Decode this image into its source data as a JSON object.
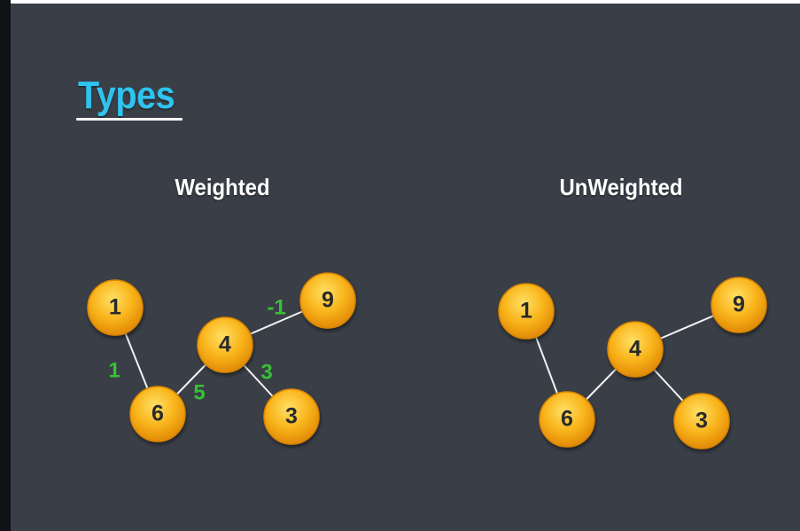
{
  "title": "Types",
  "colors": {
    "background": "#3a3f47",
    "title": "#2fc3ef",
    "node_fill": "#f7a80e",
    "node_highlight": "#ffdd4a",
    "edge": "#f2f2f2",
    "weight_label": "#39c035",
    "node_text": "#2a2a2a"
  },
  "weighted": {
    "heading": "Weighted",
    "nodes": [
      {
        "id": "1",
        "label": "1"
      },
      {
        "id": "6",
        "label": "6"
      },
      {
        "id": "4",
        "label": "4"
      },
      {
        "id": "9",
        "label": "9"
      },
      {
        "id": "3",
        "label": "3"
      }
    ],
    "edges": [
      {
        "from": "1",
        "to": "6",
        "weight": "1"
      },
      {
        "from": "6",
        "to": "4",
        "weight": "5"
      },
      {
        "from": "4",
        "to": "9",
        "weight": "-1"
      },
      {
        "from": "4",
        "to": "3",
        "weight": "3"
      }
    ]
  },
  "unweighted": {
    "heading": "UnWeighted",
    "nodes": [
      {
        "id": "1",
        "label": "1"
      },
      {
        "id": "6",
        "label": "6"
      },
      {
        "id": "4",
        "label": "4"
      },
      {
        "id": "9",
        "label": "9"
      },
      {
        "id": "3",
        "label": "3"
      }
    ],
    "edges": [
      {
        "from": "1",
        "to": "6"
      },
      {
        "from": "6",
        "to": "4"
      },
      {
        "from": "4",
        "to": "9"
      },
      {
        "from": "4",
        "to": "3"
      }
    ]
  }
}
